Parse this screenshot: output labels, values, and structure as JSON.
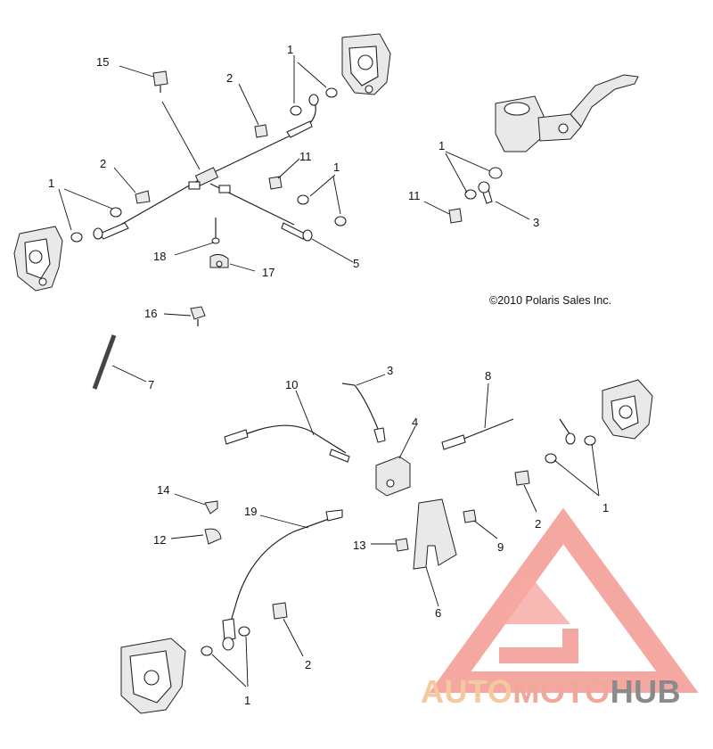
{
  "copyright": "©2010 Polaris Sales Inc.",
  "watermark": {
    "part1": "AUTO",
    "part2": "MOTO",
    "part3": "HUB",
    "colors": {
      "triangle": "#f28b82",
      "auto": "#f5c9a0",
      "moto": "#f0a89a",
      "hub": "#8a8a8a"
    }
  },
  "callouts": {
    "c1a": "1",
    "c1b": "1",
    "c1c": "1",
    "c1d": "1",
    "c1e": "1",
    "c1f": "1",
    "c2a": "2",
    "c2b": "2",
    "c2c": "2",
    "c2d": "2",
    "c3a": "3",
    "c3b": "3",
    "c4": "4",
    "c5": "5",
    "c6": "6",
    "c7": "7",
    "c8": "8",
    "c9": "9",
    "c10": "10",
    "c11a": "11",
    "c11b": "11",
    "c12": "12",
    "c13": "13",
    "c14": "14",
    "c15": "15",
    "c16": "16",
    "c17": "17",
    "c18": "18",
    "c19": "19"
  }
}
